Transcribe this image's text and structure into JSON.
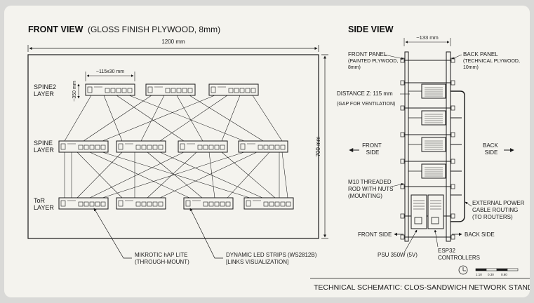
{
  "front_view": {
    "title_bold": "FRONT VIEW",
    "title_rest": "(GLOSS FINISH PLYWOOD, 8mm)",
    "width_dim": "1200 mm",
    "height_dim": "700 mm",
    "device_dim": "~115x30 mm",
    "layer_gap_dim": "~350 mm",
    "layers": {
      "spine2": [
        "SPINE2",
        "LAYER"
      ],
      "spine": [
        "SPINE",
        "LAYER"
      ],
      "tor": [
        "ToR",
        "LAYER"
      ]
    },
    "callouts": {
      "mikrotik": [
        "MIKROTIC hAP LITE",
        "(THROUGH-MOUNT)"
      ],
      "leds": [
        "DYNAMIC LED STRIPS (WS2812B)",
        "[LINKS VISUALIZATION]"
      ]
    }
  },
  "side_view": {
    "title": "SIDE VIEW",
    "depth_dim": "~133 mm",
    "front_panel": [
      "FRONT PANEL",
      "(PAINTED PLYWOOD,",
      "8mm)"
    ],
    "back_panel": [
      "BACK PANEL",
      "(TECHNICAL PLYWOOD,",
      "10mm)"
    ],
    "distance": [
      "DISTANCE Z: 115 mm",
      "(GAP FOR VENTILATION)"
    ],
    "front_side_left": [
      "FRONT",
      "SIDE"
    ],
    "back_side_right": [
      "BACK",
      "SIDE"
    ],
    "rod": [
      "M10 THREADED",
      "ROD WITH NUTS",
      "(MOUNTING)"
    ],
    "cable": [
      "EXTERNAL POWER",
      "CABLE ROUTING",
      "(TO ROUTERS)"
    ],
    "front_side_bottom": "FRONT SIDE",
    "back_side_bottom": "BACK SIDE",
    "psu": "PSU 350W (5V)",
    "esp32": [
      "ESP32",
      "CONTROLLERS"
    ]
  },
  "scale_labels": [
    "1:10",
    "0.30",
    "0.60"
  ],
  "footer_title": "TECHNICAL SCHEMATIC: CLOS-SANDWICH NETWORK STAND",
  "colors": {
    "ink": "#1a1a1a",
    "paper": "#f4f3ee",
    "backdrop": "#d9d9d7"
  }
}
